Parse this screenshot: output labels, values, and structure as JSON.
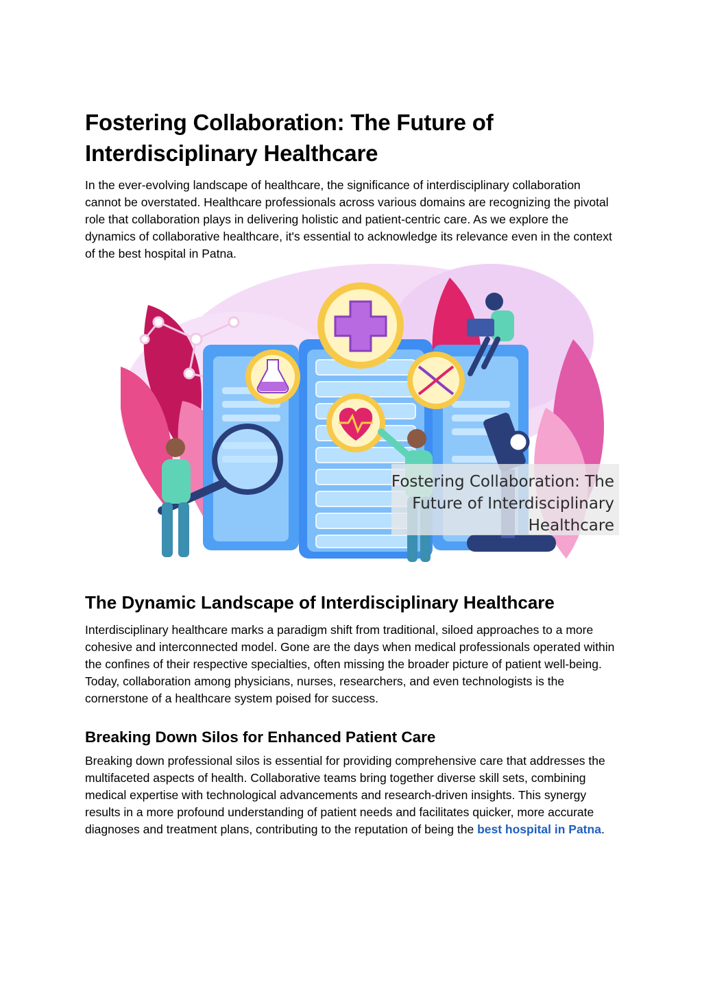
{
  "article": {
    "title": "Fostering Collaboration: The Future of Interdisciplinary Healthcare",
    "intro": "In the ever-evolving landscape of healthcare, the significance of interdisciplinary collaboration cannot be overstated. Healthcare professionals across various domains are recognizing the pivotal role that collaboration plays in delivering holistic and patient-centric care. As we explore the dynamics of collaborative healthcare, it's essential to acknowledge its relevance even in the context of the best hospital in Patna."
  },
  "hero": {
    "caption_line1": "Fostering Collaboration: The",
    "caption_line2": "Future of Interdisciplinary",
    "caption_line3": "Healthcare",
    "colors": {
      "magenta": "#c2185b",
      "pink": "#f06292",
      "lavender": "#e9c6f2",
      "blue": "#4fa3f7",
      "teal": "#5fd3b5",
      "gold": "#f7c948",
      "purple": "#b86be0"
    }
  },
  "section1": {
    "heading": "The Dynamic Landscape of Interdisciplinary Healthcare",
    "body": "Interdisciplinary healthcare marks a paradigm shift from traditional, siloed approaches to a more cohesive and interconnected model. Gone are the days when medical professionals operated within the confines of their respective specialties, often missing the broader picture of patient well-being. Today, collaboration among physicians, nurses, researchers, and even technologists is the cornerstone of a healthcare system poised for success."
  },
  "section2": {
    "heading": "Breaking Down Silos for Enhanced Patient Care",
    "body_before_link": "Breaking down professional silos is essential for providing comprehensive care that addresses the multifaceted aspects of health. Collaborative teams bring together diverse skill sets, combining medical expertise with technological advancements and research-driven insights. This synergy results in a more profound understanding of patient needs and facilitates quicker, more accurate diagnoses and treatment plans, contributing to the reputation of being the ",
    "link_text": "best hospital in Patna",
    "body_after_link": "."
  }
}
